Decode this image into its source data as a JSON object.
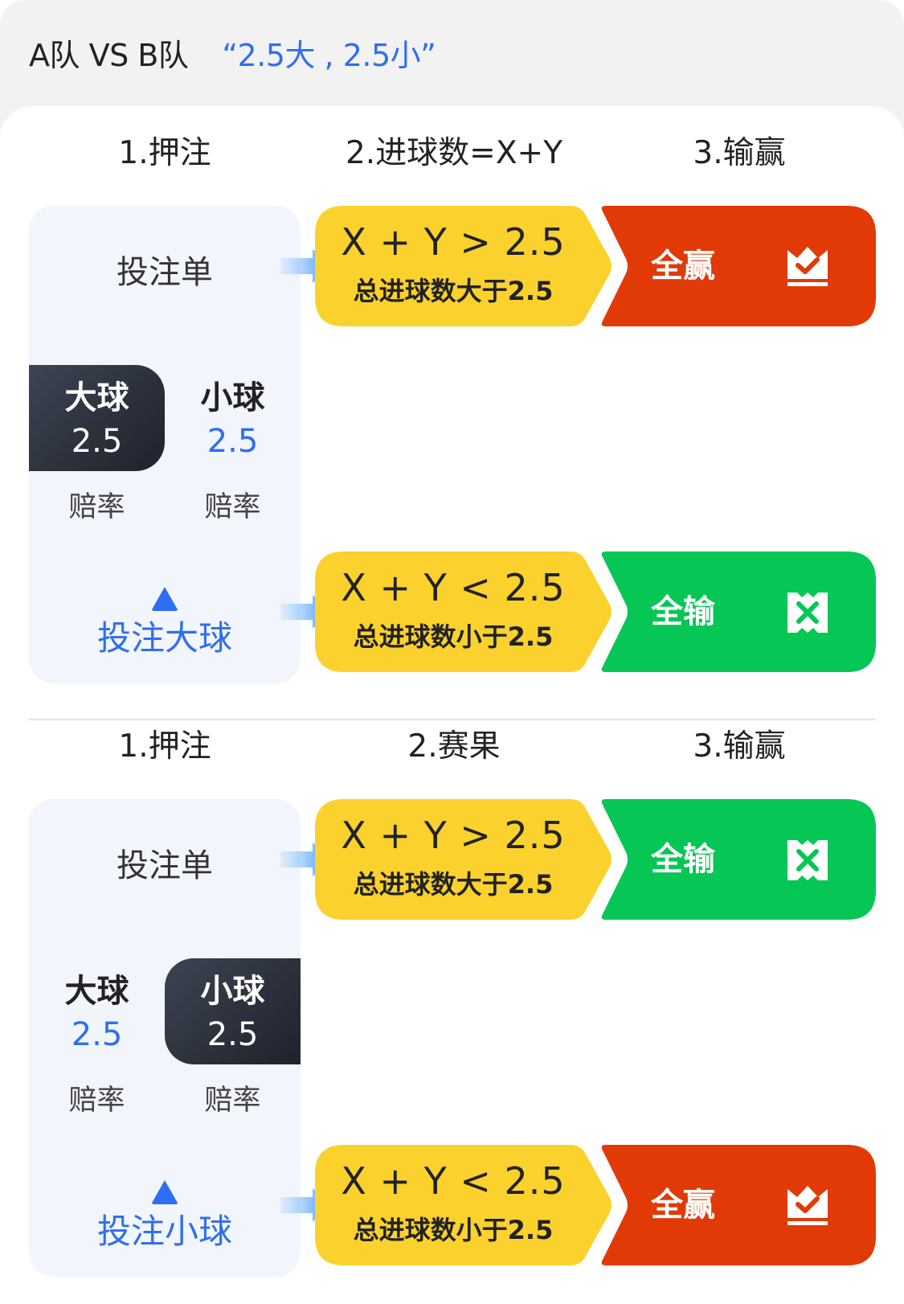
{
  "header": {
    "teams": "A队 VS B队",
    "line": "“2.5大 , 2.5小”"
  },
  "colors": {
    "win": "#e13a06",
    "lose": "#06c655",
    "condition": "#fbd22d",
    "accent": "#2f6ef0",
    "selected": "#2a2f3a"
  },
  "sections": [
    {
      "headers": {
        "bet": "1.押注",
        "goals": "2.进球数=X+Y",
        "outcome": "3.输赢"
      },
      "slip": {
        "title": "投注单",
        "options": [
          {
            "name": "大球",
            "value": "2.5",
            "odds": "赔率",
            "selected": true
          },
          {
            "name": "小球",
            "value": "2.5",
            "odds": "赔率",
            "selected": false
          }
        ],
        "bet_icon": "triangle-up-icon",
        "bet_label": "投注大球"
      },
      "rows": [
        {
          "expr": "X + Y > 2.5",
          "desc": "总进球数大于2.5",
          "result": "全赢",
          "result_type": "win",
          "icon": "crown-check-icon"
        },
        {
          "expr": "X + Y < 2.5",
          "desc": "总进球数小于2.5",
          "result": "全输",
          "result_type": "lose",
          "icon": "torn-x-icon"
        }
      ]
    },
    {
      "headers": {
        "bet": "1.押注",
        "goals": "2.赛果",
        "outcome": "3.输赢"
      },
      "slip": {
        "title": "投注单",
        "options": [
          {
            "name": "大球",
            "value": "2.5",
            "odds": "赔率",
            "selected": false
          },
          {
            "name": "小球",
            "value": "2.5",
            "odds": "赔率",
            "selected": true
          }
        ],
        "bet_icon": "triangle-up-icon",
        "bet_label": "投注小球"
      },
      "rows": [
        {
          "expr": "X + Y > 2.5",
          "desc": "总进球数大于2.5",
          "result": "全输",
          "result_type": "lose",
          "icon": "torn-x-icon"
        },
        {
          "expr": "X + Y < 2.5",
          "desc": "总进球数小于2.5",
          "result": "全赢",
          "result_type": "win",
          "icon": "crown-check-icon"
        }
      ]
    }
  ]
}
